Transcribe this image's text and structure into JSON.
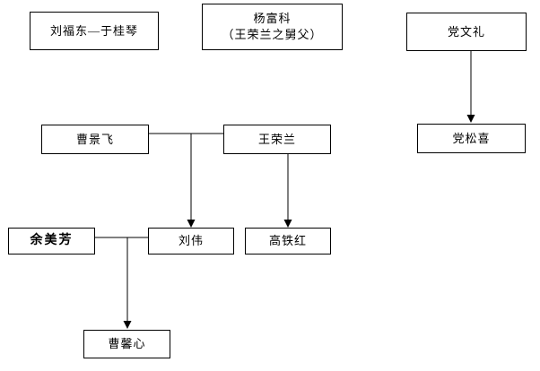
{
  "diagram": {
    "type": "family-relationship-chart",
    "colors": {
      "background": "#ffffff",
      "box_fill": "#ffffff",
      "box_border": "#000000",
      "line": "#000000",
      "text": "#000000"
    },
    "nodes": {
      "liu_fudong_yu_guiqin": {
        "label": "刘福东—于桂琴"
      },
      "yang_fuke": {
        "line1": "杨富科",
        "line2": "（王荣兰之舅父）"
      },
      "dang_wenli": {
        "label": "党文礼"
      },
      "cao_jingfei": {
        "label": "曹景飞"
      },
      "wang_ronglan": {
        "label": "王荣兰"
      },
      "dang_songxi": {
        "label": "党松喜"
      },
      "yu_meifang": {
        "label": "余美芳"
      },
      "liu_wei": {
        "label": "刘伟"
      },
      "gao_tiehong": {
        "label": "高铁红"
      },
      "cao_xinxin": {
        "label": "曹馨心"
      }
    },
    "edges": [
      {
        "from": "曹景飞",
        "to": "王荣兰",
        "style": "plain-line"
      },
      {
        "from": "曹景飞—王荣兰",
        "to": "刘伟",
        "style": "arrow-down"
      },
      {
        "from": "王荣兰",
        "to": "高铁红",
        "style": "arrow-down"
      },
      {
        "from": "党文礼",
        "to": "党松喜",
        "style": "arrow-down"
      },
      {
        "from": "余美芳",
        "to": "刘伟",
        "style": "plain-line"
      },
      {
        "from": "余美芳—刘伟",
        "to": "曹馨心",
        "style": "arrow-down"
      }
    ]
  }
}
